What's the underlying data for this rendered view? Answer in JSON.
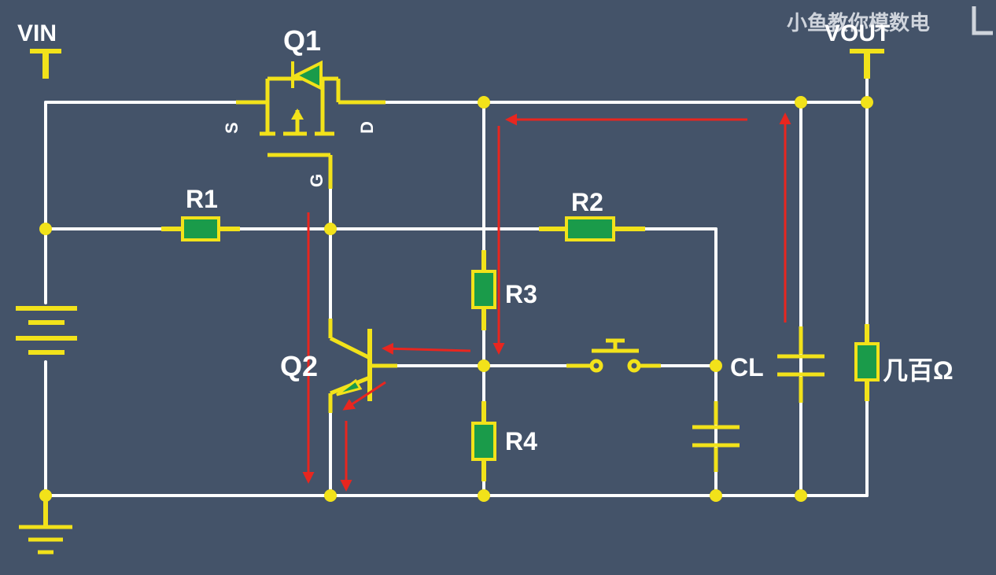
{
  "watermark": "小鱼教你模数电",
  "labels": {
    "vin": "VIN",
    "vout": "VOUT",
    "q1": "Q1",
    "q2": "Q2",
    "source": "S",
    "drain": "D",
    "gate": "G",
    "r1": "R1",
    "r2": "R2",
    "r3": "R3",
    "r4": "R4",
    "cl": "CL",
    "load": "几百Ω"
  },
  "colors": {
    "background": "#445369",
    "wire": "#ffffff",
    "component": "#f2e21a",
    "resistor_fill": "#1a9b4a",
    "current_arrow": "#e8261f"
  }
}
